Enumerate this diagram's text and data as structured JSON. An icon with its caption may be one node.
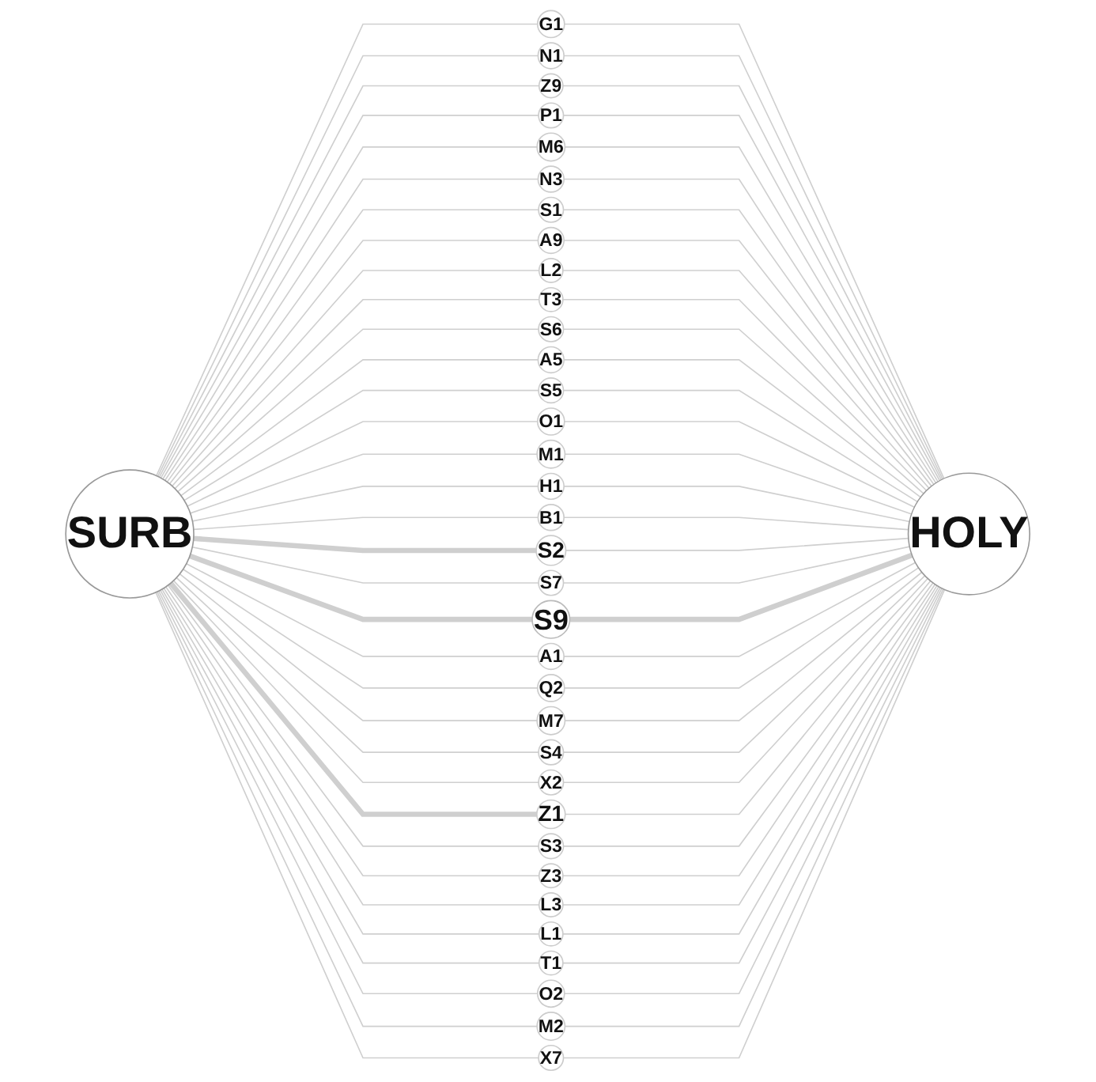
{
  "diagram": {
    "nodes": [
      {
        "text": [
          "SURB"
        ]
      },
      {
        "text": [
          "G1"
        ]
      },
      {
        "text": [
          "N1"
        ]
      },
      {
        "text": [
          "Z9"
        ]
      },
      {
        "text": [
          "P1"
        ]
      },
      {
        "text": [
          "M6"
        ]
      },
      {
        "text": [
          "N3"
        ]
      },
      {
        "text": [
          "S1"
        ]
      },
      {
        "text": [
          "A9"
        ]
      },
      {
        "text": [
          "L2"
        ]
      },
      {
        "text": [
          "T3"
        ]
      },
      {
        "text": [
          "S6"
        ]
      },
      {
        "text": [
          "A5"
        ]
      },
      {
        "text": [
          "S5"
        ]
      },
      {
        "text": [
          "O1"
        ]
      },
      {
        "text": [
          "M1"
        ]
      },
      {
        "text": [
          "H1"
        ]
      },
      {
        "text": [
          "B1"
        ]
      },
      {
        "text": [
          "S2"
        ]
      },
      {
        "text": [
          "S7"
        ]
      },
      {
        "text": [
          "S9"
        ]
      },
      {
        "text": [
          "A1"
        ]
      },
      {
        "text": [
          "Q2"
        ]
      },
      {
        "text": [
          "M7"
        ]
      },
      {
        "text": [
          "S4"
        ]
      },
      {
        "text": [
          "X2"
        ]
      },
      {
        "text": [
          "Z1"
        ]
      },
      {
        "text": [
          "S3"
        ]
      },
      {
        "text": [
          "Z3"
        ]
      },
      {
        "text": [
          "L3"
        ]
      },
      {
        "text": [
          "L1"
        ]
      },
      {
        "text": [
          "T1"
        ]
      },
      {
        "text": [
          "O2"
        ]
      },
      {
        "text": [
          "M2"
        ]
      },
      {
        "text": [
          "X7"
        ]
      },
      {
        "text": [
          "HOLY"
        ]
      }
    ],
    "edges": [
      {
        "from": 0,
        "to": 1,
        "arrow": "none"
      },
      {
        "from": 1,
        "to": 35,
        "arrow": "none"
      },
      {
        "from": 0,
        "to": 2,
        "arrow": "none"
      },
      {
        "from": 2,
        "to": 35,
        "arrow": "none"
      },
      {
        "from": 0,
        "to": 3,
        "arrow": "none"
      },
      {
        "from": 3,
        "to": 35,
        "arrow": "none"
      },
      {
        "from": 0,
        "to": 4,
        "arrow": "none"
      },
      {
        "from": 4,
        "to": 35,
        "arrow": "none"
      },
      {
        "from": 0,
        "to": 5,
        "arrow": "none"
      },
      {
        "from": 5,
        "to": 35,
        "arrow": "none"
      },
      {
        "from": 0,
        "to": 6,
        "arrow": "none"
      },
      {
        "from": 6,
        "to": 35,
        "arrow": "none"
      },
      {
        "from": 0,
        "to": 7,
        "arrow": "none"
      },
      {
        "from": 7,
        "to": 35,
        "arrow": "none"
      },
      {
        "from": 0,
        "to": 8,
        "arrow": "none"
      },
      {
        "from": 8,
        "to": 35,
        "arrow": "none"
      },
      {
        "from": 0,
        "to": 9,
        "arrow": "none"
      },
      {
        "from": 9,
        "to": 35,
        "arrow": "none"
      },
      {
        "from": 0,
        "to": 10,
        "arrow": "none"
      },
      {
        "from": 10,
        "to": 35,
        "arrow": "none"
      },
      {
        "from": 0,
        "to": 11,
        "arrow": "none"
      },
      {
        "from": 11,
        "to": 35,
        "arrow": "none"
      },
      {
        "from": 0,
        "to": 12,
        "arrow": "none"
      },
      {
        "from": 12,
        "to": 35,
        "arrow": "none"
      },
      {
        "from": 0,
        "to": 13,
        "arrow": "none"
      },
      {
        "from": 13,
        "to": 35,
        "arrow": "none"
      },
      {
        "from": 0,
        "to": 14,
        "arrow": "none"
      },
      {
        "from": 14,
        "to": 35,
        "arrow": "none"
      },
      {
        "from": 0,
        "to": 15,
        "arrow": "none"
      },
      {
        "from": 15,
        "to": 35,
        "arrow": "none"
      },
      {
        "from": 0,
        "to": 16,
        "arrow": "none"
      },
      {
        "from": 16,
        "to": 35,
        "arrow": "none"
      },
      {
        "from": 0,
        "to": 17,
        "arrow": "none"
      },
      {
        "from": 17,
        "to": 35,
        "arrow": "none"
      },
      {
        "from": 0,
        "to": 18,
        "arrow": "none",
        "style": "thick"
      },
      {
        "from": 18,
        "to": 35,
        "arrow": "none"
      },
      {
        "from": 0,
        "to": 19,
        "arrow": "none"
      },
      {
        "from": 19,
        "to": 35,
        "arrow": "none"
      },
      {
        "from": 0,
        "to": 20,
        "arrow": "none",
        "style": "thick"
      },
      {
        "from": 20,
        "to": 35,
        "arrow": "none",
        "style": "thick"
      },
      {
        "from": 0,
        "to": 21,
        "arrow": "none"
      },
      {
        "from": 21,
        "to": 35,
        "arrow": "none"
      },
      {
        "from": 0,
        "to": 22,
        "arrow": "none"
      },
      {
        "from": 22,
        "to": 35,
        "arrow": "none"
      },
      {
        "from": 0,
        "to": 23,
        "arrow": "none"
      },
      {
        "from": 23,
        "to": 35,
        "arrow": "none"
      },
      {
        "from": 0,
        "to": 24,
        "arrow": "none"
      },
      {
        "from": 24,
        "to": 35,
        "arrow": "none"
      },
      {
        "from": 0,
        "to": 25,
        "arrow": "none"
      },
      {
        "from": 25,
        "to": 35,
        "arrow": "none"
      },
      {
        "from": 0,
        "to": 26,
        "arrow": "none",
        "style": "thick"
      },
      {
        "from": 26,
        "to": 35,
        "arrow": "none"
      },
      {
        "from": 0,
        "to": 27,
        "arrow": "none"
      },
      {
        "from": 27,
        "to": 35,
        "arrow": "none"
      },
      {
        "from": 0,
        "to": 28,
        "arrow": "none"
      },
      {
        "from": 28,
        "to": 35,
        "arrow": "none"
      },
      {
        "from": 0,
        "to": 29,
        "arrow": "none"
      },
      {
        "from": 29,
        "to": 35,
        "arrow": "none"
      },
      {
        "from": 0,
        "to": 30,
        "arrow": "none"
      },
      {
        "from": 30,
        "to": 35,
        "arrow": "none"
      },
      {
        "from": 0,
        "to": 31,
        "arrow": "none"
      },
      {
        "from": 31,
        "to": 35,
        "arrow": "none"
      },
      {
        "from": 0,
        "to": 32,
        "arrow": "none"
      },
      {
        "from": 32,
        "to": 35,
        "arrow": "none"
      },
      {
        "from": 0,
        "to": 33,
        "arrow": "none"
      },
      {
        "from": 33,
        "to": 35,
        "arrow": "none"
      },
      {
        "from": 0,
        "to": 34,
        "arrow": "none"
      },
      {
        "from": 34,
        "to": 35,
        "arrow": "none"
      }
    ]
  }
}
